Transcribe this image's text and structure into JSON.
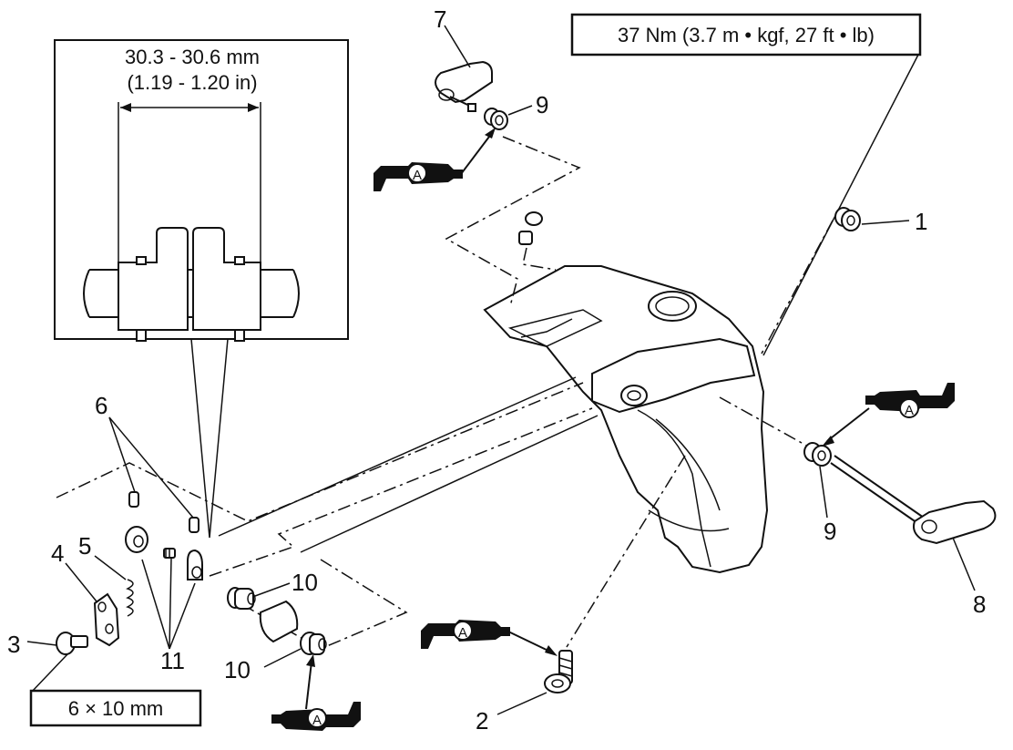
{
  "torque_spec": "37 Nm (3.7 m • kgf, 27 ft • lb)",
  "inset": {
    "dimension_mm": "30.3 - 30.6 mm",
    "dimension_in": "(1.19 - 1.20 in)"
  },
  "bolt_size": "6 × 10 mm",
  "lube_marker": "A",
  "part_labels": {
    "p1": "1",
    "p2": "2",
    "p3": "3",
    "p4": "4",
    "p5": "5",
    "p6": "6",
    "p7": "7",
    "p8": "8",
    "p9a": "9",
    "p9b": "9",
    "p10a": "10",
    "p10b": "10",
    "p11": "11"
  }
}
